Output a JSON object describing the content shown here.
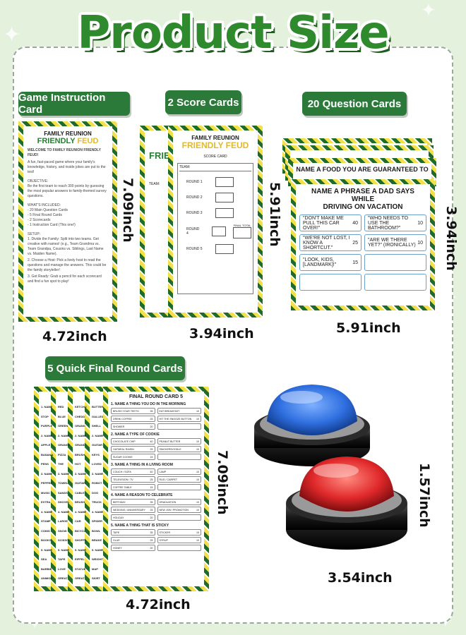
{
  "title": "Product Size",
  "labels": {
    "game_instruction": "Game Instruction Card",
    "score_cards": "2 Score Cards",
    "question_cards": "20  Question Cards",
    "final_round": "5 Quick Final Round Cards"
  },
  "dimensions": {
    "instr_w": "4.72inch",
    "instr_h": "7.09inch",
    "score_w": "3.94inch",
    "score_h": "5.91inch",
    "q_w": "5.91inch",
    "q_h": "3.94inch",
    "final_w": "4.72inch",
    "final_h": "7.09inch",
    "buzzer_w": "3.54inch",
    "buzzer_h": "1.57inch"
  },
  "instruction_card": {
    "heading": "FAMILY REUNION",
    "friendly": "FRIENDLY",
    "feud": "FEUD",
    "welcome": "WELCOME TO FAMILY REUNION FRIENDLY FEUD!",
    "intro": "A fun, fast-paced game where your family's knowledge, history, and inside jokes are put to the test!",
    "objective_h": "OBJECTIVE:",
    "objective": "Be the first team to reach 300 points by guessing the most popular answers to family-themed survey questions.",
    "included_h": "WHAT'S INCLUDED:",
    "included": [
      "- 20 Main Question Cards",
      "- 5 Final Round Cards",
      "- 2 Scorecards",
      "- 1 Instruction Card (This one!)"
    ],
    "setup_h": "SETUP:",
    "setup": [
      "1. Divide the Family: Split into two teams. Get creative with names! (e.g., Team Grandma vs. Team Grandpa, Cousins vs. Siblings, Last Name vs. Maiden Name).",
      "2. Choose a Host: Pick a lively host to read the questions and manage the answers. This could be the family storyteller!",
      "3. Get Ready: Grab a pencil for each scorecard and find a fun spot to play!"
    ]
  },
  "score_card": {
    "heading": "FAMILY REUNION",
    "friendly": "FRIENDLY",
    "feud": "FEUD",
    "subtitle": "SCORE CARD",
    "team": "TEAM:",
    "rounds": [
      "ROUND 1",
      "ROUND 2",
      "ROUND 3",
      "ROUND 4",
      "ROUND 5"
    ],
    "final_total": "FINAL TOTAL",
    "back_partial": "FRIENDLY"
  },
  "question_card": {
    "back_question": "NAME A FOOD YOU ARE GUARANTEED TO",
    "question_line1": "NAME A PHRASE A DAD SAYS WHILE",
    "question_line2": "DRIVING ON VACATION",
    "answers": [
      {
        "text": "\"DON'T MAKE ME PULL THIS CAR OVER!\"",
        "points": "40"
      },
      {
        "text": "\"WHO NEEDS TO USE THE BATHROOM?\"",
        "points": "10"
      },
      {
        "text": "\"WE'RE NOT LOST, I KNOW A SHORTCUT.\"",
        "points": "25"
      },
      {
        "text": "\"ARE WE THERE YET?\" (IRONICALLY)",
        "points": "10"
      },
      {
        "text": "\"LOOK, KIDS, [LANDMARK]!\"",
        "points": "15"
      },
      {
        "text": "",
        "points": ""
      },
      {
        "text": "",
        "points": ""
      },
      {
        "text": "",
        "points": ""
      }
    ]
  },
  "final_card": {
    "title": "FINAL ROUND CARD 5",
    "sections": [
      {
        "q": "1. NAME A THING YOU DO IN THE MORNING",
        "rows": [
          [
            "BRUSH YOUR TEETH",
            "35",
            "EAT BREAKFAST",
            "10"
          ],
          [
            "DRINK COFFEE",
            "25",
            "HIT THE SNOOZE BUTTON",
            "10"
          ],
          [
            "SHOWER",
            "20",
            "",
            ""
          ]
        ]
      },
      {
        "q": "2. NAME A TYPE OF COOKIE",
        "rows": [
          [
            "CHOCOLATE CHIP",
            "40",
            "PEANUT BUTTER",
            "10"
          ],
          [
            "OATMEAL RAISIN",
            "25",
            "SNICKERDOODLE",
            "10"
          ],
          [
            "SUGAR COOKIE",
            "15",
            "",
            ""
          ]
        ]
      },
      {
        "q": "3. NAME A THING IN A LIVING ROOM",
        "rows": [
          [
            "COUCH / SOFA",
            "40",
            "LAMP",
            "10"
          ],
          [
            "TELEVISION / TV",
            "25",
            "RUG / CARPET",
            "10"
          ],
          [
            "COFFEE TABLE",
            "15",
            "",
            ""
          ]
        ]
      },
      {
        "q": "4. NAME A REASON TO CELEBRATE",
        "rows": [
          [
            "BIRTHDAY",
            "35",
            "GRADUATION",
            "10"
          ],
          [
            "WEDDING / ANNIVERSARY",
            "25",
            "NEW JOB / PROMOTION",
            "10"
          ],
          [
            "HOLIDAY",
            "20",
            "",
            ""
          ]
        ]
      },
      {
        "q": "5. NAME A THING THAT IS STICKY",
        "rows": [
          [
            "TAPE",
            "35",
            "STICKER",
            "15"
          ],
          [
            "GLUE",
            "25",
            "SYRUP",
            "10"
          ],
          [
            "HONEY",
            "20",
            "",
            ""
          ]
        ]
      }
    ],
    "back_items": [
      [
        "1. NAME",
        "RED",
        "KETCHU",
        "BUTTER"
      ],
      [
        "STOP",
        "BLUE",
        "CHEDD",
        "GALLES"
      ],
      [
        "PURPLE",
        "GREEN",
        "ORANG",
        "SHELL"
      ],
      [
        "2. NAME",
        "2. NAME",
        "2. NAME",
        "2. NAME"
      ],
      [
        "APPLE",
        "ORANGE",
        "GRAND",
        "GUITAR"
      ],
      [
        "BANANA",
        "PIZZA",
        "BRUSH",
        "KEYS"
      ],
      [
        "PENS",
        "THE",
        "HOT",
        "LOVED"
      ],
      [
        "3. NAME",
        "3. NAME",
        "3. NAME",
        "3. NAME"
      ],
      [
        "PEPPER",
        "TOWEL",
        "GUITAR",
        "ROBOT"
      ],
      [
        "MUSIC",
        "SANDS",
        "CABLE",
        "DOG"
      ],
      [
        "EXTRA",
        "SHOVEL",
        "BRUSH",
        "TRUCK"
      ],
      [
        "4. NAME",
        "4. NAME",
        "4. NAME",
        "4. NAME"
      ],
      [
        "STAMP",
        "LARGE",
        "CAR",
        "SPIDER"
      ],
      [
        "COINS",
        "SNOW",
        "BICYCL",
        "BOWL"
      ],
      [
        "BOOKS",
        "SCISSOR",
        "SHOPPI",
        "BRAKE"
      ],
      [
        "5. NAME",
        "5. NAME",
        "5. NAME",
        "5. NAME"
      ],
      [
        "SEA",
        "TAPE",
        "EIFFEL",
        "WEIGHT"
      ],
      [
        "BARBIE",
        "LOVE",
        "STATUE",
        "MAP"
      ],
      [
        "ANIMOR",
        "GREAT",
        "GREAT",
        "SKIRT"
      ]
    ]
  },
  "colors": {
    "title": "#2f8a2e",
    "pill": "#2b7a3a",
    "stripe_green": "#1f6b2a",
    "stripe_yellow": "#f2e04a",
    "buzzer_blue": "#2f6fe0",
    "buzzer_red": "#e0282a"
  }
}
